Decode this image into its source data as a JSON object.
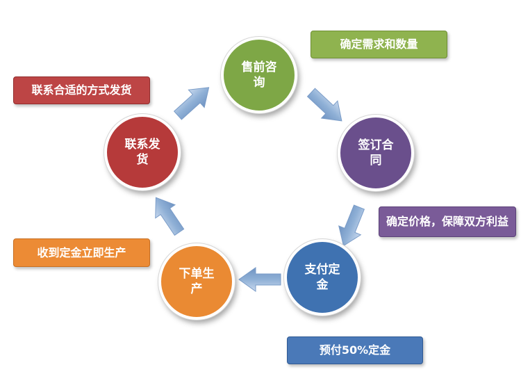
{
  "nodes": {
    "consult": {
      "label": "售前咨询",
      "color": "#7ea746"
    },
    "contract": {
      "label": "签订合同",
      "color": "#6a4f8c"
    },
    "payment": {
      "label": "支付定金",
      "color": "#3f72b1"
    },
    "production": {
      "label": "下单生产",
      "color": "#ea8a33"
    },
    "shipping": {
      "label": "联系发货",
      "color": "#b63a3a"
    }
  },
  "notes": {
    "consult": {
      "text": "确定需求和数量",
      "color": "#8fb34f"
    },
    "contract": {
      "text": "确定价格，保障双方利益",
      "color": "#7a5b98"
    },
    "payment": {
      "text": "预付50%定金",
      "color": "#4a79b8"
    },
    "production": {
      "text": "收到定金立即生产",
      "color": "#ec8b35"
    },
    "shipping": {
      "text": "联系合适的方式发货",
      "color": "#bd4545"
    }
  },
  "arrow_color": "#8fb0d6"
}
